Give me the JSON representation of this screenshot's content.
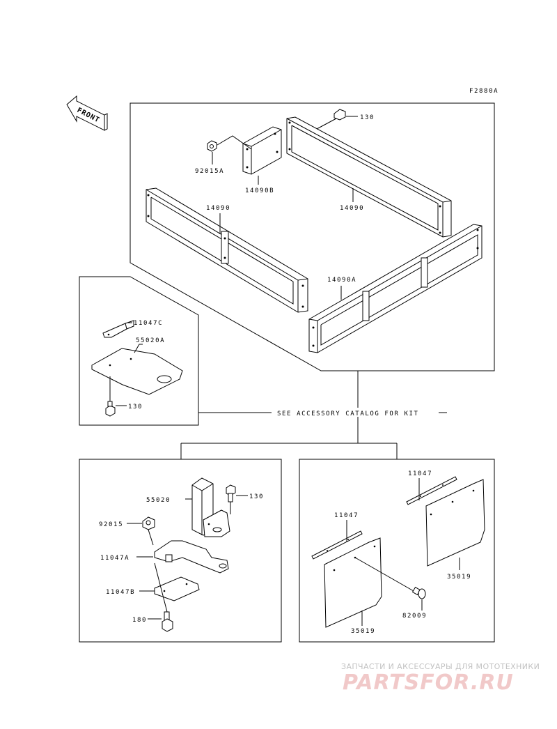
{
  "figure_id": "F2880A",
  "front_label": "FRONT",
  "note": "SEE ACCESSORY CATALOG FOR KIT",
  "parts": {
    "p130_top": "130",
    "p92015A": "92015A",
    "p14090B": "14090B",
    "p14090_back": "14090",
    "p14090_left": "14090",
    "p14090A": "14090A",
    "p11047C": "11047C",
    "p55020A": "55020A",
    "p130_guard": "130",
    "p55020": "55020",
    "p130_bracket": "130",
    "p92015": "92015",
    "p11047A": "11047A",
    "p11047B": "11047B",
    "p180": "180",
    "p11047_right": "11047",
    "p11047_mid": "11047",
    "p35019_right": "35019",
    "p82009": "82009",
    "p35019_left": "35019"
  },
  "watermark": {
    "subtitle": "ЗАПЧАСТИ И АКСЕССУАРЫ ДЛЯ МОТОТЕХНИКИ",
    "logo": "PARTSFOR.RU"
  }
}
